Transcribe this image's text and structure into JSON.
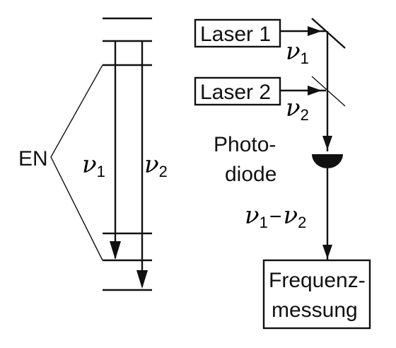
{
  "energy_scheme": {
    "label_en": "EN",
    "transition_1": {
      "symbol": "ν",
      "sub": "1"
    },
    "transition_2": {
      "symbol": "ν",
      "sub": "2"
    }
  },
  "setup": {
    "laser_1": "Laser 1",
    "laser_2": "Laser 2",
    "beam_1": {
      "symbol": "ν",
      "sub": "1"
    },
    "beam_2": {
      "symbol": "ν",
      "sub": "2"
    },
    "photodiode_line1": "Photo-",
    "photodiode_line2": "diode",
    "difference": {
      "a": "ν",
      "a_sub": "1",
      "minus": "−",
      "b": "ν",
      "b_sub": "2"
    },
    "measurement_line1": "Frequenz-",
    "measurement_line2": "messung"
  }
}
